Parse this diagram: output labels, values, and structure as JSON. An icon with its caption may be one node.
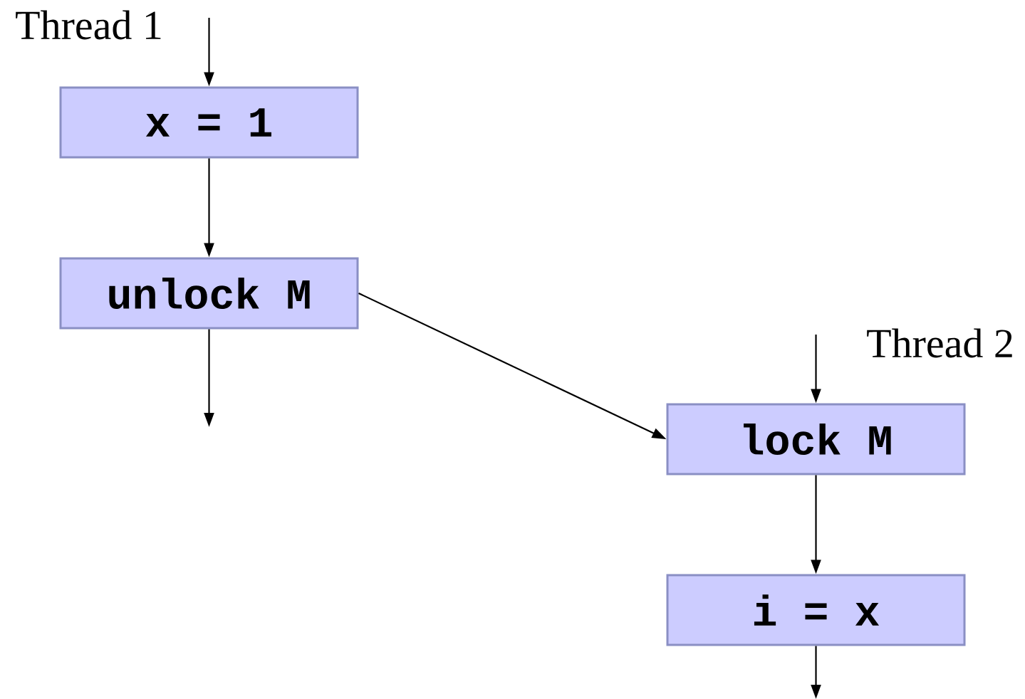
{
  "diagram": {
    "nodes": [
      {
        "text": [
          "x = 1"
        ]
      },
      {
        "text": [
          "unlock M"
        ]
      },
      {
        "text": [
          "lock M"
        ]
      },
      {
        "text": [
          "i = x"
        ]
      }
    ],
    "edges": [
      {
        "from": null,
        "to": 0,
        "arrow": "to"
      },
      {
        "from": 0,
        "to": 1,
        "arrow": "to"
      },
      {
        "from": 1,
        "to": null,
        "arrow": "to"
      },
      {
        "from": 1,
        "to": 2,
        "arrow": "to"
      },
      {
        "from": null,
        "to": 2,
        "arrow": "to"
      },
      {
        "from": 2,
        "to": 3,
        "arrow": "to"
      },
      {
        "from": 3,
        "to": null,
        "arrow": "to"
      }
    ],
    "labels": [
      "Thread 1",
      "Thread 2"
    ]
  }
}
